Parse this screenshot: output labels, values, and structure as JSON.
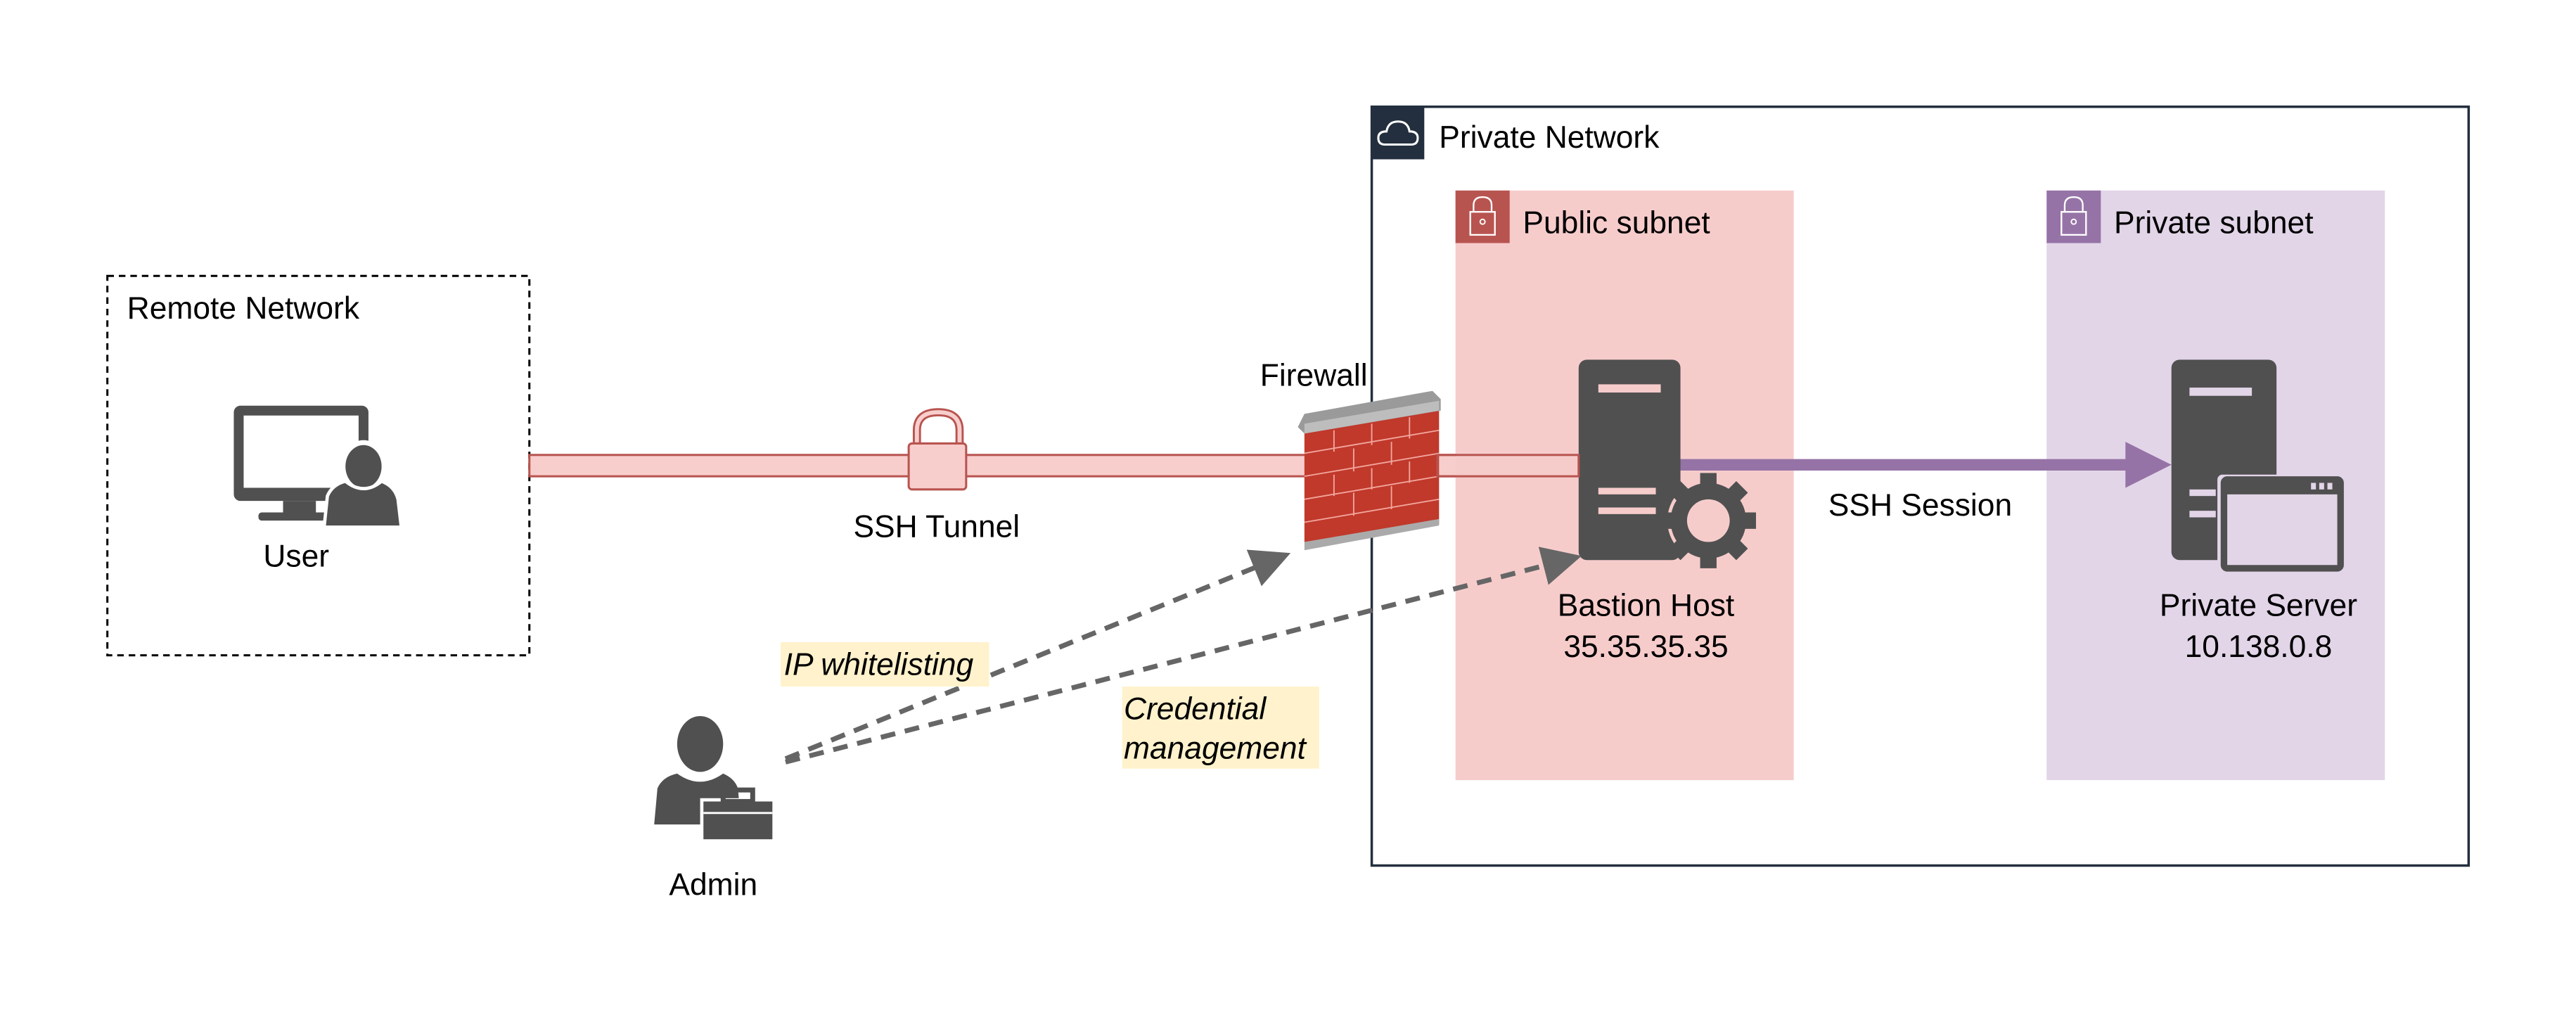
{
  "remote_network": {
    "label": "Remote Network"
  },
  "user": {
    "label": "User",
    "icon": "user-desktop-icon"
  },
  "ssh_tunnel": {
    "label": "SSH Tunnel",
    "icon": "lock-icon"
  },
  "firewall": {
    "label": "Firewall",
    "icon": "brick-wall-icon"
  },
  "admin": {
    "label": "Admin",
    "icon": "admin-briefcase-icon"
  },
  "annotations": {
    "ip_whitelisting": "IP whitelisting",
    "credential_line1": "Credential",
    "credential_line2": "management"
  },
  "private_network": {
    "label": "Private Network",
    "icon": "cloud-icon"
  },
  "public_subnet": {
    "label": "Public subnet",
    "icon": "lock-icon"
  },
  "private_subnet": {
    "label": "Private subnet",
    "icon": "lock-icon"
  },
  "bastion_host": {
    "label": "Bastion Host",
    "ip": "35.35.35.35",
    "icon": "server-gear-icon"
  },
  "ssh_session": {
    "label": "SSH Session"
  },
  "private_server": {
    "label": "Private Server",
    "ip": "10.138.0.8",
    "icon": "server-window-icon"
  },
  "colors": {
    "public_subnet_bg": "#f6cccb",
    "public_subnet_accent": "#b85450",
    "private_subnet_bg": "#e2d5e8",
    "private_subnet_accent": "#9673a6",
    "private_network_border": "#232f3e",
    "icon_gray": "#505050",
    "annotation_bg": "#fff2cc"
  }
}
